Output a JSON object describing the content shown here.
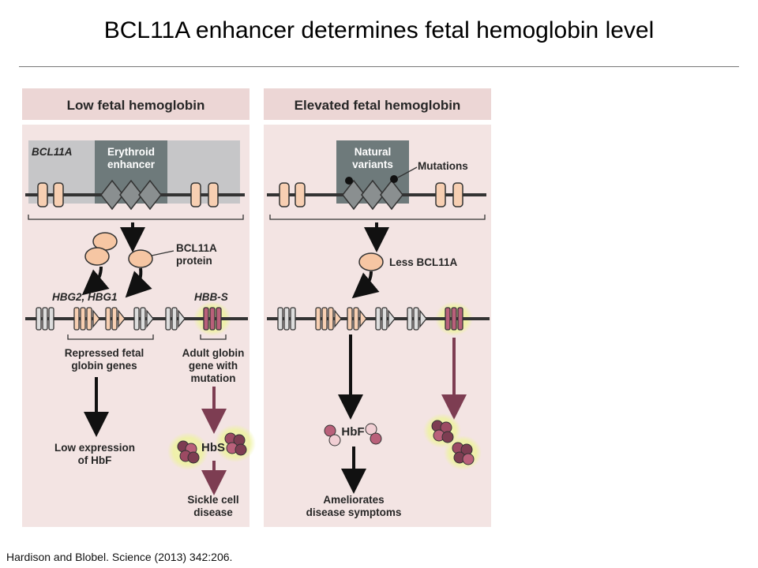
{
  "slide": {
    "title": "BCL11A enhancer determines fetal hemoglobin level",
    "citation": "Hardison and Blobel. Science (2013) 342:206."
  },
  "left_panel": {
    "header": "Low fetal hemoglobin",
    "gene_label": "BCL11A",
    "enhancer_label_1": "Erythroid",
    "enhancer_label_2": "enhancer",
    "protein_label_1": "BCL11A",
    "protein_label_2": "protein",
    "fetal_genes_label": "HBG2, HBG1",
    "adult_gene_label": "HBB-S",
    "repressed_label_1": "Repressed fetal",
    "repressed_label_2": "globin genes",
    "adult_label_1": "Adult globin",
    "adult_label_2": "gene with",
    "adult_label_3": "mutation",
    "low_expr_1": "Low expression",
    "low_expr_2": "of HbF",
    "hbs": "HbS",
    "sickle_1": "Sickle cell",
    "sickle_2": "disease"
  },
  "right_panel": {
    "header": "Elevated fetal hemoglobin",
    "variants_label_1": "Natural",
    "variants_label_2": "variants",
    "mutations_label": "Mutations",
    "less_label": "Less BCL11A",
    "hbf": "HbF",
    "ameliorates_1": "Ameliorates",
    "ameliorates_2": "disease symptoms"
  },
  "colors": {
    "panel_bg": "#f3e4e3",
    "header_bg": "#ecd6d5",
    "gene_box": "#c6c6c8",
    "enhancer_box": "#6e7a7b",
    "exon": "#f7cfb2",
    "protein": "#f6c6a3",
    "adult_gene": "#b9607a",
    "arrow_dark": "#111111",
    "arrow_mauve": "#7d3d52",
    "glow": "#eef2a0"
  }
}
